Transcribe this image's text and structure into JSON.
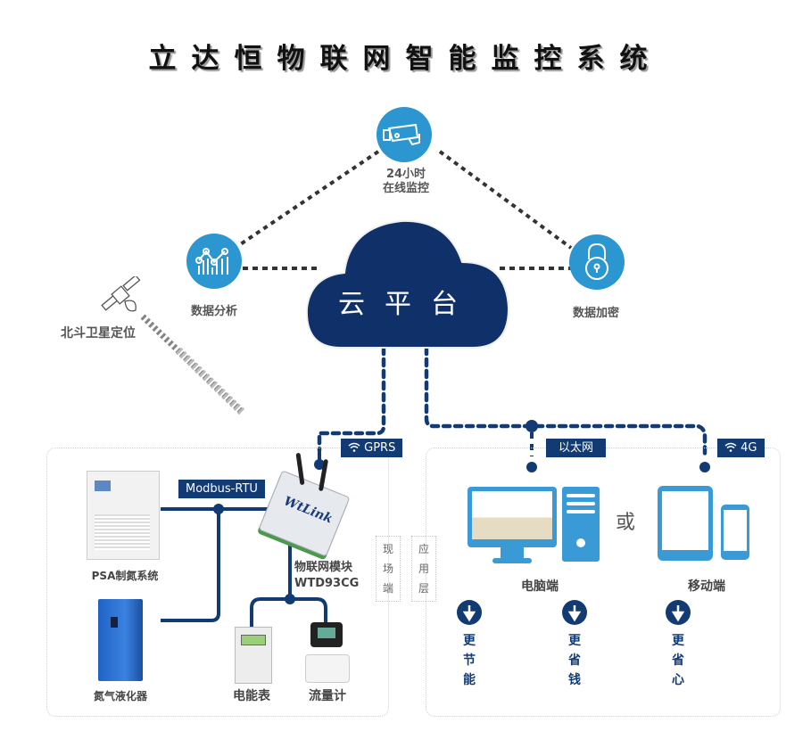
{
  "title": "立达恒物联网智能监控系统",
  "cloud": {
    "label": "云平台"
  },
  "features": {
    "monitoring": {
      "line1": "24小时",
      "line2": "在线监控",
      "icon": "security-camera-icon"
    },
    "analysis": {
      "label": "数据分析",
      "icon": "line-chart-icon"
    },
    "encryption": {
      "label": "数据加密",
      "icon": "padlock-icon"
    }
  },
  "satellite": {
    "label": "北斗卫星定位",
    "icon": "satellite-icon"
  },
  "field_side": {
    "protocol_tag": "Modbus-RTU",
    "uplink_tag": "GPRS",
    "devices": {
      "psa": "PSA制氮系统",
      "liquefier": "氮气液化器",
      "meter": "电能表",
      "flowmeter": "流量计"
    },
    "module": {
      "line1": "物联网模块",
      "line2": "WTD93CG",
      "brand": "WtLink"
    },
    "side_label": [
      "现",
      "场",
      "端"
    ]
  },
  "app_side": {
    "side_label": [
      "应",
      "用",
      "层"
    ],
    "ethernet_tag": "以太网",
    "mobile_tag": "4G",
    "pc_label": "电脑端",
    "or_label": "或",
    "mobile_label": "移动端",
    "benefits": [
      {
        "chars": [
          "更",
          "节",
          "能"
        ]
      },
      {
        "chars": [
          "更",
          "省",
          "钱"
        ]
      },
      {
        "chars": [
          "更",
          "省",
          "心"
        ]
      }
    ]
  },
  "colors": {
    "navy": "#123a73",
    "accent_blue": "#2b96cf",
    "screen_blue": "#3a9ad6"
  }
}
